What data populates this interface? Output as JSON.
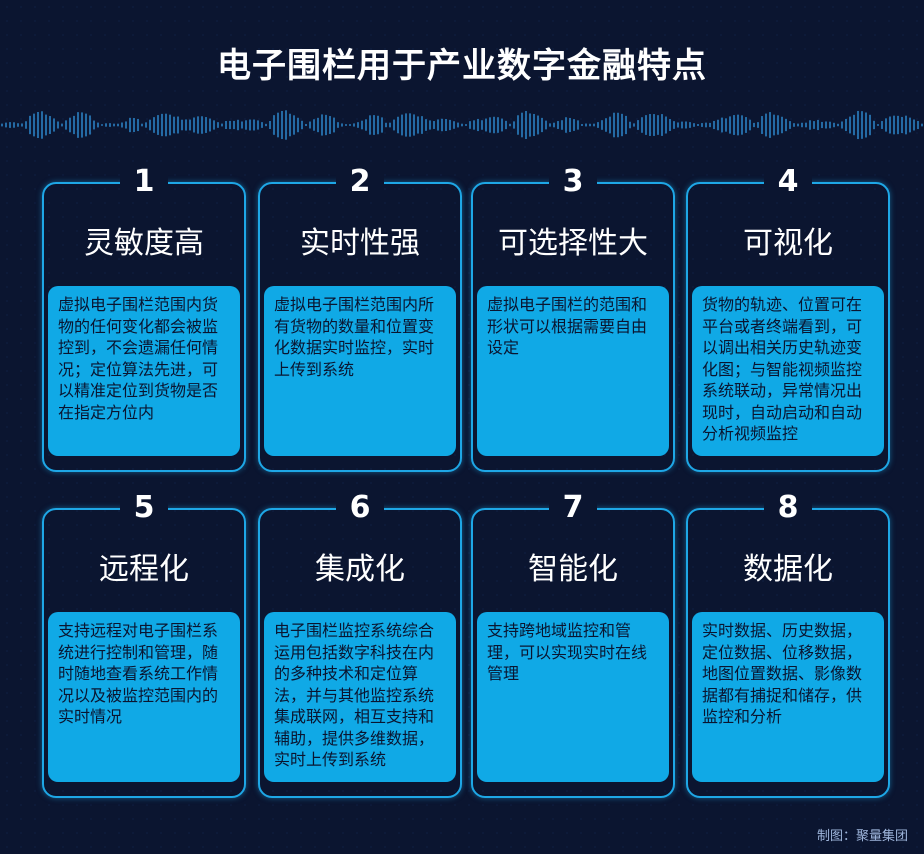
{
  "title": "电子围栏用于产业数字金融特点",
  "cards": [
    {
      "num": "1",
      "head": "灵敏度高",
      "body": "虚拟电子围栏范围内货物的任何变化都会被监控到，不会遗漏任何情况；定位算法先进，可以精准定位到货物是否在指定方位内"
    },
    {
      "num": "2",
      "head": "实时性强",
      "body": "虚拟电子围栏范围内所有货物的数量和位置变化数据实时监控，实时上传到系统"
    },
    {
      "num": "3",
      "head": "可选择性大",
      "body": "虚拟电子围栏的范围和形状可以根据需要自由设定"
    },
    {
      "num": "4",
      "head": "可视化",
      "body": "货物的轨迹、位置可在平台或者终端看到，可以调出相关历史轨迹变化图；与智能视频监控系统联动，异常情况出现时，自动启动和自动分析视频监控"
    },
    {
      "num": "5",
      "head": "远程化",
      "body": "支持远程对电子围栏系统进行控制和管理，随时随地查看系统工作情况以及被监控范围内的实时情况"
    },
    {
      "num": "6",
      "head": "集成化",
      "body": "电子围栏监控系统综合运用包括数字科技在内的多种技术和定位算法，并与其他监控系统集成联网，相互支持和辅助，提供多维数据，实时上传到系统"
    },
    {
      "num": "7",
      "head": "智能化",
      "body": "支持跨地域监控和管理，可以实现实时在线管理"
    },
    {
      "num": "8",
      "head": "数据化",
      "body": "实时数据、历史数据，定位数据、位移数据，地图位置数据、影像数据都有捕捉和储存，供监控和分析"
    }
  ],
  "credit": "制图：聚量集团",
  "colors": {
    "accent": "#1ea7e6",
    "card_fill": "#10a9e6",
    "background": "#0b1530"
  }
}
